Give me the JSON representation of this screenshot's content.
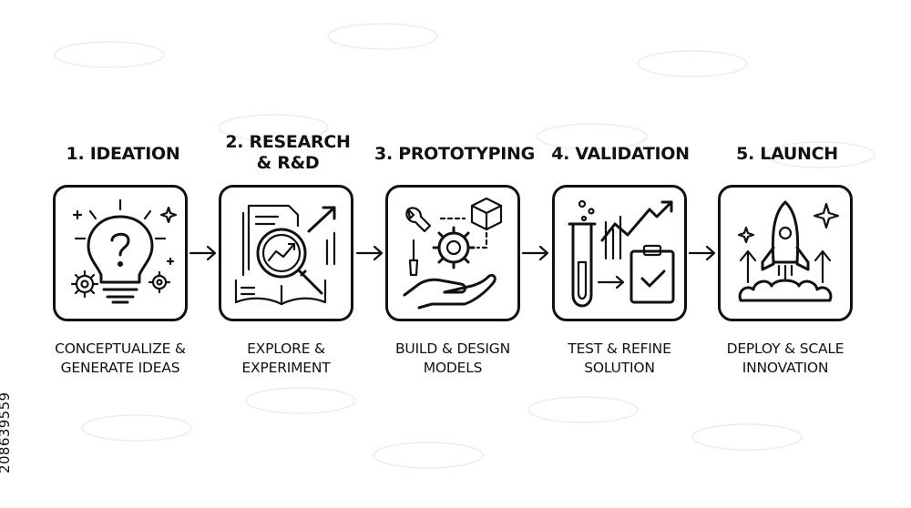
{
  "steps": [
    {
      "title_line1": "1. IDEATION",
      "title_line2": "",
      "icon": "lightbulb-question-icon",
      "caption_line1": "CONCEPTUALIZE &",
      "caption_line2": "GENERATE IDEAS"
    },
    {
      "title_line1": "2. RESEARCH",
      "title_line2": "& R&D",
      "icon": "magnifier-documents-icon",
      "caption_line1": "EXPLORE &",
      "caption_line2": "EXPERIMENT"
    },
    {
      "title_line1": "3. PROTOTYPING",
      "title_line2": "",
      "icon": "gear-hand-tools-icon",
      "caption_line1": "BUILD & DESIGN",
      "caption_line2": "MODELS"
    },
    {
      "title_line1": "4. VALIDATION",
      "title_line2": "",
      "icon": "testtube-clipboard-icon",
      "caption_line1": "TEST & REFINE",
      "caption_line2": "SOLUTION"
    },
    {
      "title_line1": "5. LAUNCH",
      "title_line2": "",
      "icon": "rocket-icon",
      "caption_line1": "DEPLOY & SCALE",
      "caption_line2": "INNOVATION"
    }
  ],
  "side_id": "208639559",
  "colors": {
    "ink": "#111111",
    "background": "#ffffff"
  }
}
